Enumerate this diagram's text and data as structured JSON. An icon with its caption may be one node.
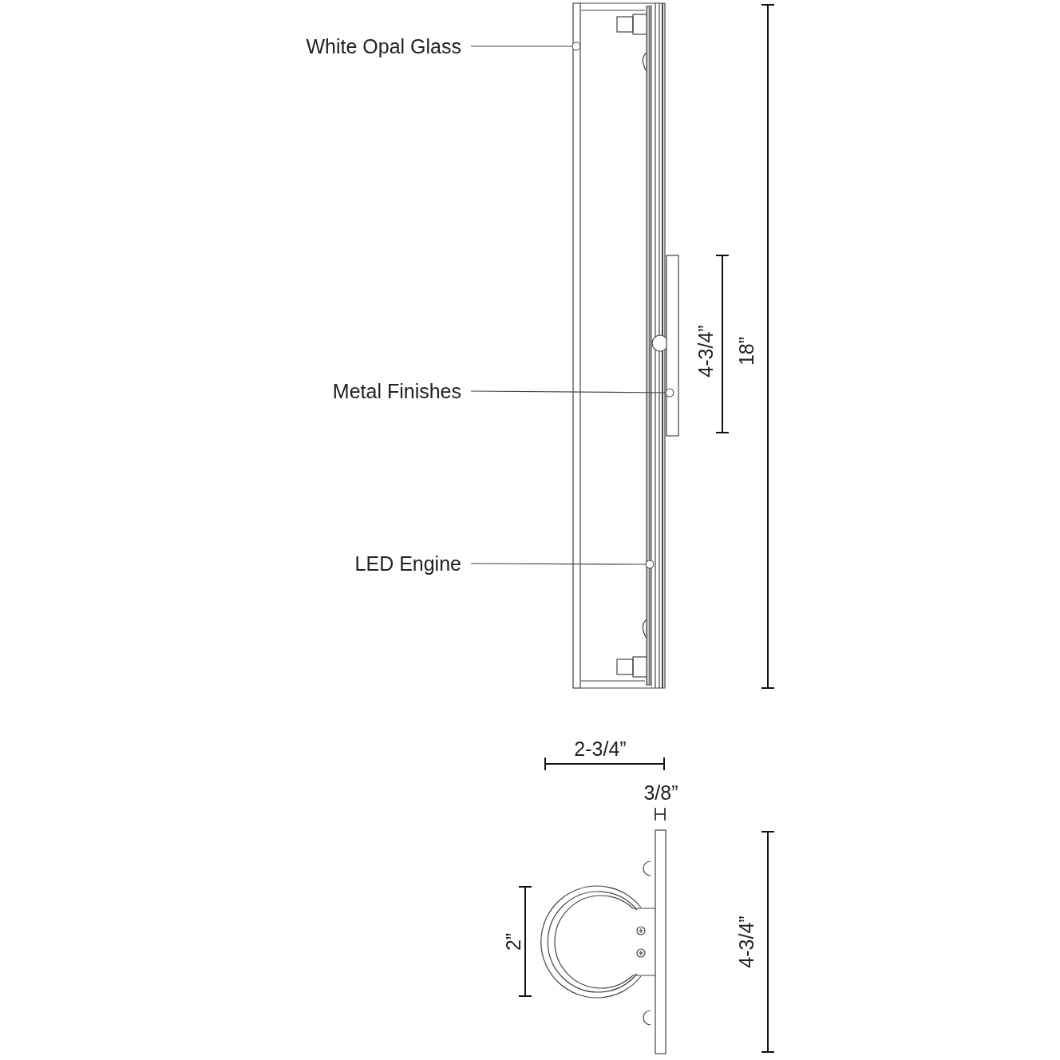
{
  "diagram": {
    "nodes": [
      {
        "text": [
          "White Opal Glass"
        ]
      },
      {
        "text": [
          "Metal Finishes"
        ]
      },
      {
        "text": [
          "LED Engine"
        ]
      },
      {
        "text": [],
        "shape": "box"
      },
      {
        "text": [],
        "shape": "box"
      },
      {
        "text": [],
        "shape": "bar"
      }
    ],
    "edges": [
      {
        "from": 0,
        "to": 3,
        "arrow": "other"
      },
      {
        "from": 1,
        "to": 4,
        "arrow": "other"
      },
      {
        "from": 2,
        "to": 5,
        "arrow": "other"
      }
    ],
    "labels": [
      "4-3/4”",
      "18”",
      "2-3/4”",
      "3/8”",
      "2”",
      "4-3/4”"
    ]
  }
}
